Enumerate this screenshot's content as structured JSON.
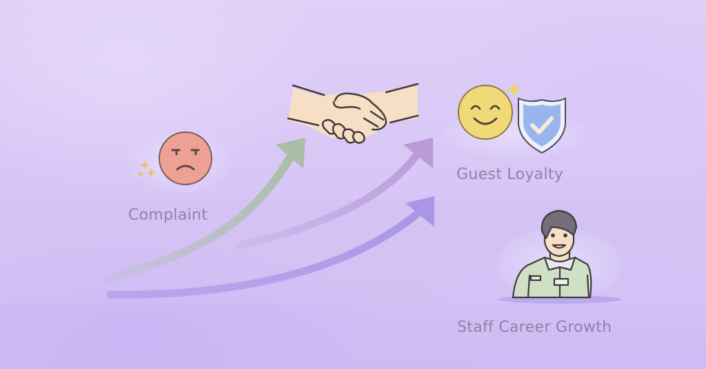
{
  "illustration": {
    "background_color": "#dccbf7",
    "nodes": [
      {
        "id": "complaint",
        "label": "Complaint",
        "icon": "angry-face-icon",
        "icon_color": "#eda094",
        "accent": "sparkle-icon"
      },
      {
        "id": "handshake",
        "label": "",
        "icon": "handshake-icon",
        "icon_color": "#f6dfc4"
      },
      {
        "id": "guest_loyalty",
        "label": "Guest Loyalty",
        "icon": "smiley-face-icon",
        "icon_color": "#f1d977",
        "secondary_icon": "shield-check-icon",
        "secondary_color": "#9ab4ee"
      },
      {
        "id": "staff_growth",
        "label": "Staff Career Growth",
        "icon": "staff-person-icon",
        "icon_color": "#cfe0c4"
      }
    ],
    "arrows": [
      {
        "id": "arrow-to-handshake",
        "color": "#a9bea8"
      },
      {
        "id": "arrow-to-loyalty",
        "color": "#b99bd7"
      },
      {
        "id": "arrow-to-growth",
        "color": "#a996e6"
      }
    ]
  }
}
